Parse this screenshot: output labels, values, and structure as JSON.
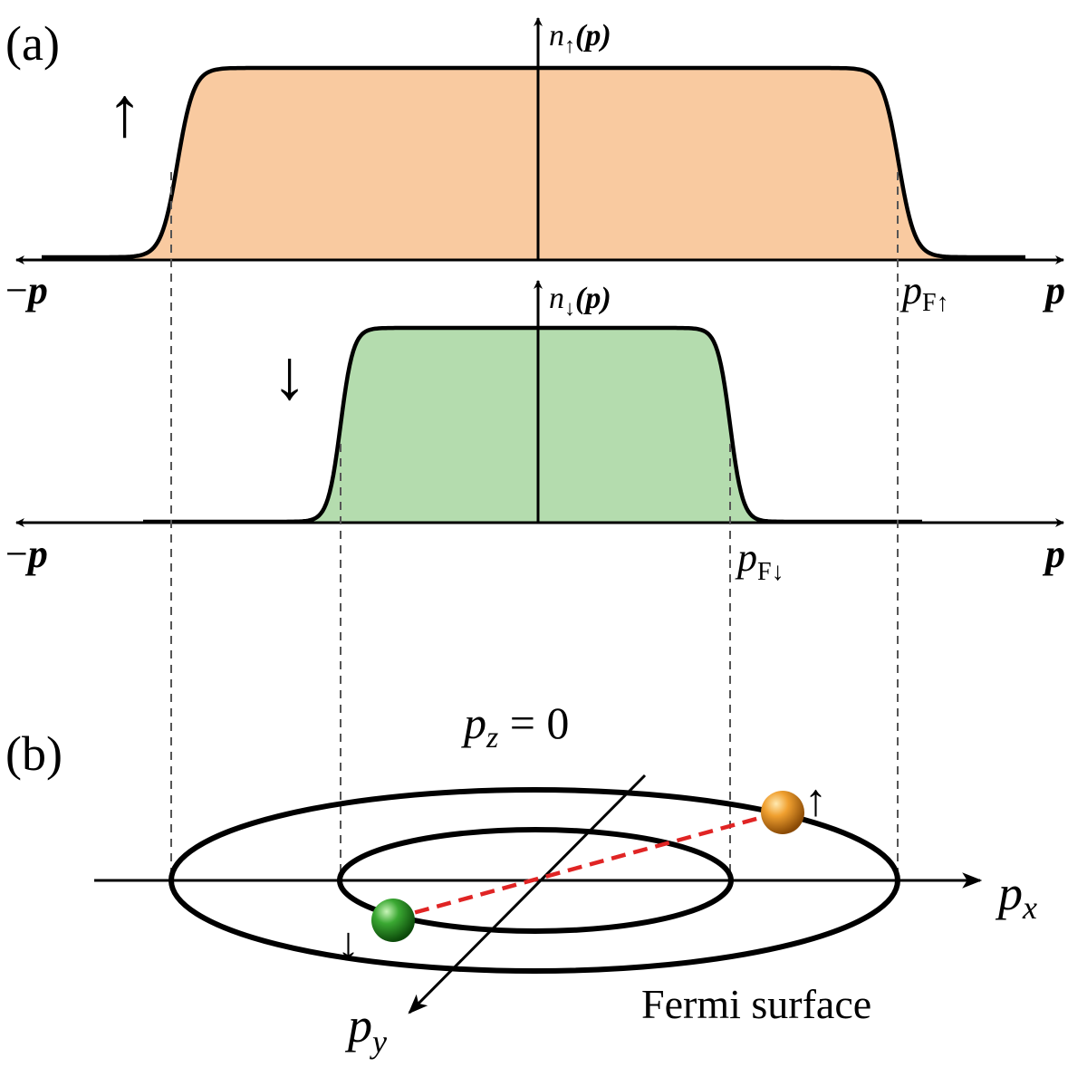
{
  "panel_a": {
    "label": "(a)",
    "up": {
      "spin_arrow": "↑",
      "axis_label_n": "n",
      "axis_label_sub": "↑",
      "axis_label_arg": "(p)",
      "left_label_sign": "−",
      "left_label_p": "p",
      "right_label_p": "p",
      "fermi_label_p": "p",
      "fermi_label_sub": "F↑",
      "fill_color": "#f9caa0"
    },
    "down": {
      "spin_arrow": "↓",
      "axis_label_n": "n",
      "axis_label_sub": "↓",
      "axis_label_arg": "(p)",
      "left_label_sign": "−",
      "left_label_p": "p",
      "right_label_p": "p",
      "fermi_label_p": "p",
      "fermi_label_sub": "F↓",
      "fill_color": "#b4dcae"
    }
  },
  "panel_b": {
    "label": "(b)",
    "plane_label_p": "p",
    "plane_label_sub": "z",
    "plane_label_eq": " = 0",
    "px_label_p": "p",
    "px_label_sub": "x",
    "py_label_p": "p",
    "py_label_sub": "y",
    "fermi_surface_label": "Fermi surface",
    "up_particle_arrow": "↑",
    "down_particle_arrow": "↓",
    "up_particle_color": "#e88a12",
    "down_particle_color": "#2f9a2a",
    "pair_line_color": "#e02424"
  }
}
